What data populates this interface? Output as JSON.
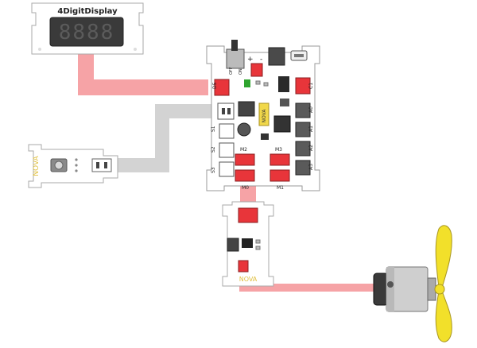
{
  "display_module": {
    "title": "4DigitDisplay",
    "digits": "8888"
  },
  "main_board": {
    "switch_labels": {
      "off": "OFF",
      "on": "ON"
    },
    "polarity": {
      "plus": "+",
      "minus": "-"
    },
    "ports": {
      "d5": "D5",
      "s1": "S1",
      "s2": "S2",
      "s3": "S3",
      "m0": "M0",
      "m1": "M1",
      "m2": "M2",
      "m3": "M3",
      "c1": "C1",
      "a0": "A0",
      "a1": "A1",
      "a2": "A2",
      "a3": "A3"
    },
    "logo_text": "NOVA"
  },
  "sensor_module": {
    "brand": "NOVA"
  },
  "driver_module": {
    "brand": "NOVA"
  },
  "colors": {
    "red_wire": "#f6a3a6",
    "gray_wire": "#d3d3d3",
    "connector_red": "#e8353a",
    "propeller": "#f2e02a",
    "board_outline": "#9a9a9a"
  }
}
